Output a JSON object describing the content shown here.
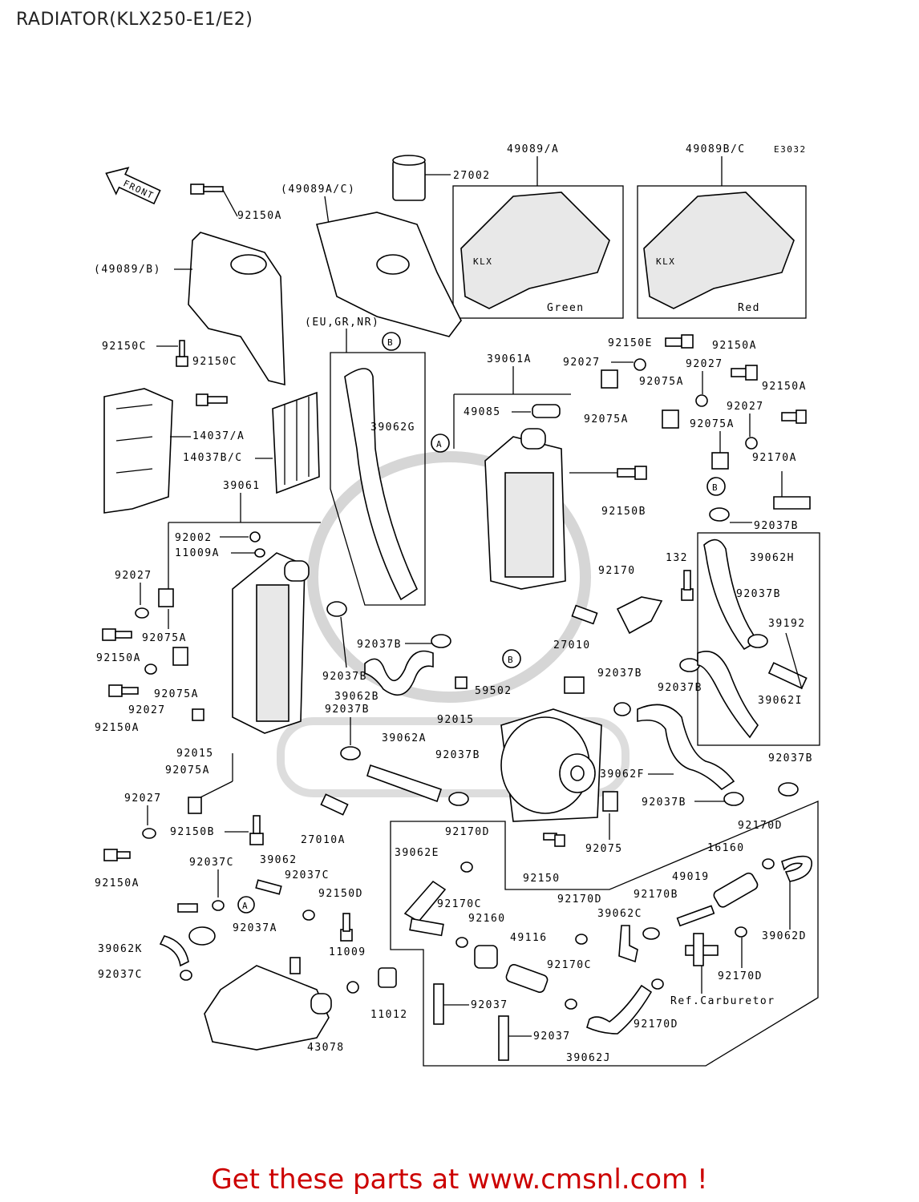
{
  "title": "RADIATOR(KLX250-E1/E2)",
  "footer": "Get these parts at www.cmsnl.com !",
  "diagram_code": "E3032",
  "front_arrow": "FRONT",
  "colors": {
    "text": "#000000",
    "footer": "#cc0000",
    "watermark": "#d6d6d6"
  },
  "callouts": {
    "A": "A",
    "B": "B"
  },
  "labels": {
    "p27002": "27002",
    "p49089_a": "49089/A",
    "p49089b_c": "49089B/C",
    "p49089a_c_paren": "(49089A/C)",
    "p49089_b_paren": "(49089/B)",
    "green": "Green",
    "red": "Red",
    "p92150a_1": "92150A",
    "p92150c_1": "92150C",
    "p92150c_2": "92150C",
    "eu_gr_nr": "(EU,GR,NR)",
    "p14037_a": "14037/A",
    "p14037b_c": "14037B/C",
    "p39061": "39061",
    "p39062g": "39062G",
    "p92150e": "92150E",
    "p92150a_2": "92150A",
    "p92027_1": "92027",
    "p39061a": "39061A",
    "p92027_2": "92027",
    "p92075a_1": "92075A",
    "p92150a_3": "92150A",
    "p49085": "49085",
    "p92075a_2": "92075A",
    "p92027_3": "92027",
    "p92075a_3": "92075A",
    "p92170a": "92170A",
    "p92150b_1": "92150B",
    "p92037b_1": "92037B",
    "p92002": "92002",
    "p11009a": "11009A",
    "p92027_4": "92027",
    "p92075a_4": "92075A",
    "p92150a_4": "92150A",
    "p92075a_5": "92075A",
    "p92027_5": "92027",
    "p92150a_5": "92150A",
    "p92015_1": "92015",
    "p92075a_6": "92075A",
    "p92027_6": "92027",
    "p92150b_2": "92150B",
    "p92150a_6": "92150A",
    "p92037b_2": "92037B",
    "p92037b_3": "92037B",
    "p39062b": "39062B",
    "p92037b_4": "92037B",
    "p39062a": "39062A",
    "p27010a": "27010A",
    "p92015_2": "92015",
    "p92037b_5": "92037B",
    "p27010": "27010",
    "p59502": "59502",
    "p92170": "92170",
    "p132": "132",
    "p39062h": "39062H",
    "p92037b_6": "92037B",
    "p39192": "39192",
    "p92037b_7": "92037B",
    "p92037b_8": "92037B",
    "p39062i": "39062I",
    "p92037b_9": "92037B",
    "p39062f": "39062F",
    "p92037b_10": "92037B",
    "p92075": "92075",
    "p92150": "92150",
    "p92170d_1": "92170D",
    "p39062e": "39062E",
    "p92170c_1": "92170C",
    "p92160": "92160",
    "p49116": "49116",
    "p92170c_2": "92170C",
    "p92037_1": "92037",
    "p92037_2": "92037",
    "p39062j": "39062J",
    "p92170d_2": "92170D",
    "p39062c": "39062C",
    "p92170b": "92170B",
    "p92170d_3": "92170D",
    "p16160": "16160",
    "p49019": "49019",
    "p39062d": "39062D",
    "p92170d_4": "92170D",
    "p92170d_5": "92170D",
    "ref_carb": "Ref.Carburetor",
    "p92037c_1": "92037C",
    "p39062": "39062",
    "p92037c_2": "92037C",
    "p92150d": "92150D",
    "p92037a": "92037A",
    "p39062k": "39062K",
    "p92037c_3": "92037C",
    "p11009": "11009",
    "p11012": "11012",
    "p43078": "43078"
  }
}
